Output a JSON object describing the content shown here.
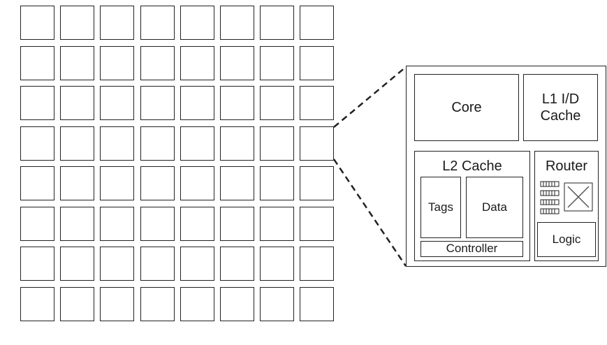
{
  "tile": {
    "core": "Core",
    "l1": "L1 I/D\nCache",
    "l2": "L2 Cache",
    "tags": "Tags",
    "data": "Data",
    "controller": "Controller",
    "router": "Router",
    "logic": "Logic"
  },
  "grid": {
    "rows": 8,
    "cols": 8
  },
  "colors": {
    "stroke": "#222222",
    "background": "#ffffff"
  }
}
